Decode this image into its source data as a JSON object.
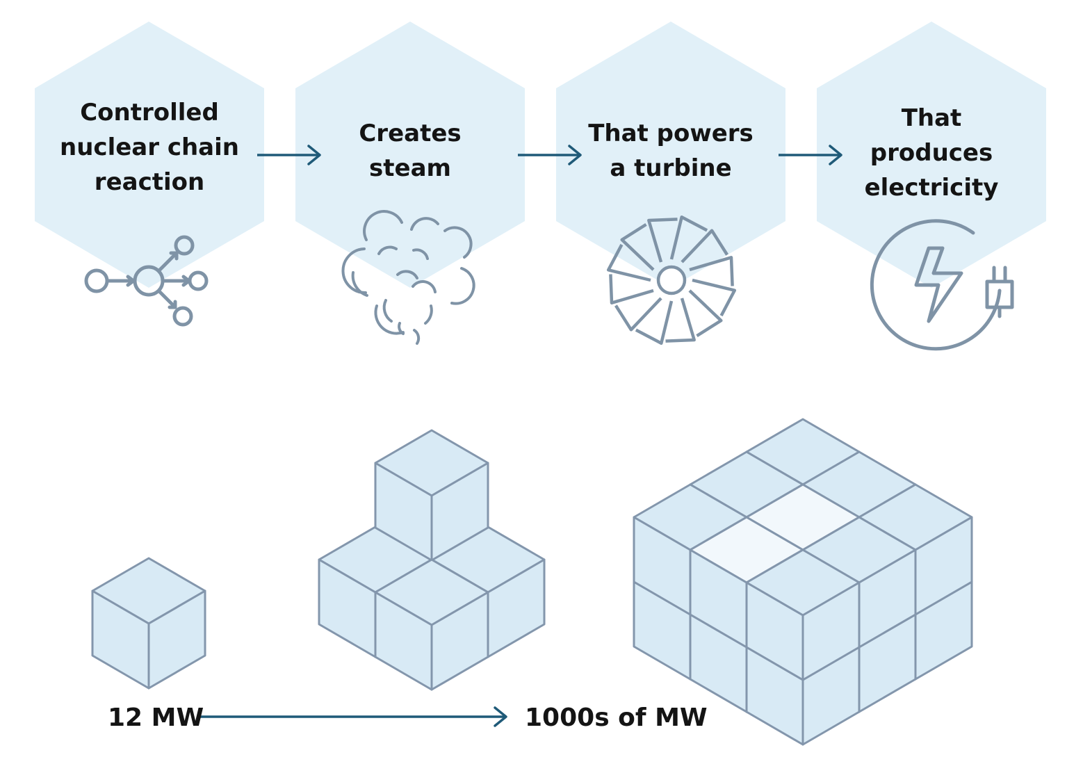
{
  "process": {
    "steps": [
      {
        "label": "Controlled\nnuclear chain\nreaction",
        "icon": "chain-reaction-icon"
      },
      {
        "label": "Creates\nsteam",
        "icon": "steam-cloud-icon"
      },
      {
        "label": "That powers\na turbine",
        "icon": "turbine-icon"
      },
      {
        "label": "That\nproduces\nelectricity",
        "icon": "electricity-plug-icon"
      }
    ]
  },
  "scale": {
    "start_label": "12 MW",
    "end_label": "1000s of MW",
    "module_counts": [
      1,
      4,
      18
    ]
  },
  "colors": {
    "hexagon_fill": "#e1f0f8",
    "icon_stroke": "#7f93a6",
    "arrow": "#1f5a78",
    "cube_fill": "#d8eaf5",
    "cube_highlight": "#f2f8fc",
    "cube_stroke": "#8396ac",
    "text": "#141414"
  }
}
